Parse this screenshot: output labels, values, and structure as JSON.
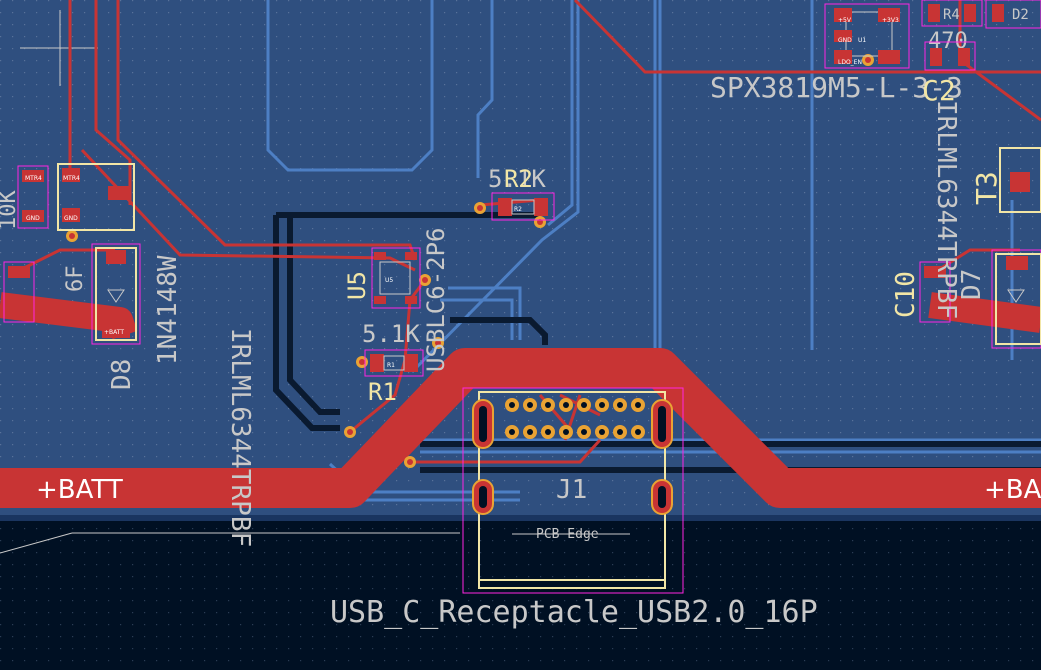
{
  "view": {
    "board_color": "#2f4f7f",
    "background_color": "#001023",
    "front_copper_color": "#c83434",
    "back_copper_color": "#4d7fc4",
    "silkscreen_color": "#c8c8c8",
    "courtyard_color": "#ff26e2",
    "edge_cuts_color": "#d0d2cd"
  },
  "nets": {
    "batt_left": "+BATT",
    "batt_right": "+BA"
  },
  "connector": {
    "ref": "J1",
    "value": "USB_C_Receptacle_USB2.0_16P",
    "pcb_edge_label": "PCB Edge"
  },
  "footprints": {
    "r2": {
      "value": "5.1K",
      "ref": "R2",
      "pad_label": "R2"
    },
    "r1": {
      "value": "5.1K",
      "ref": "R1",
      "pad_label": "R1"
    },
    "u5": {
      "ref": "U5",
      "value": "USBLC6-2P6",
      "pad_label": "U5"
    },
    "u1": {
      "ref": "U1",
      "value": "SPX3819M5-L-3-3",
      "pad_label": "U1",
      "pin_labels": [
        "+5V",
        "+3V3",
        "GND",
        "LDO_EN"
      ]
    },
    "r4": {
      "ref": "R4",
      "value": "470"
    },
    "d2": {
      "ref": "D2"
    },
    "c2": {
      "ref": "C2"
    },
    "t3": {
      "ref": "T3"
    },
    "d8": {
      "ref": "D8",
      "value": "1N4148W",
      "pin_label": "+BATT"
    },
    "q_left": {
      "value": "IRLML6344TRPBF",
      "pin_labels": [
        "MTR4",
        "GND"
      ]
    },
    "q_right": {
      "value": "IRLML6344TRPBF"
    },
    "c10": {
      "ref": "C10"
    },
    "d7": {
      "ref": "D7"
    },
    "misc_left": [
      "10K",
      "6F"
    ]
  }
}
